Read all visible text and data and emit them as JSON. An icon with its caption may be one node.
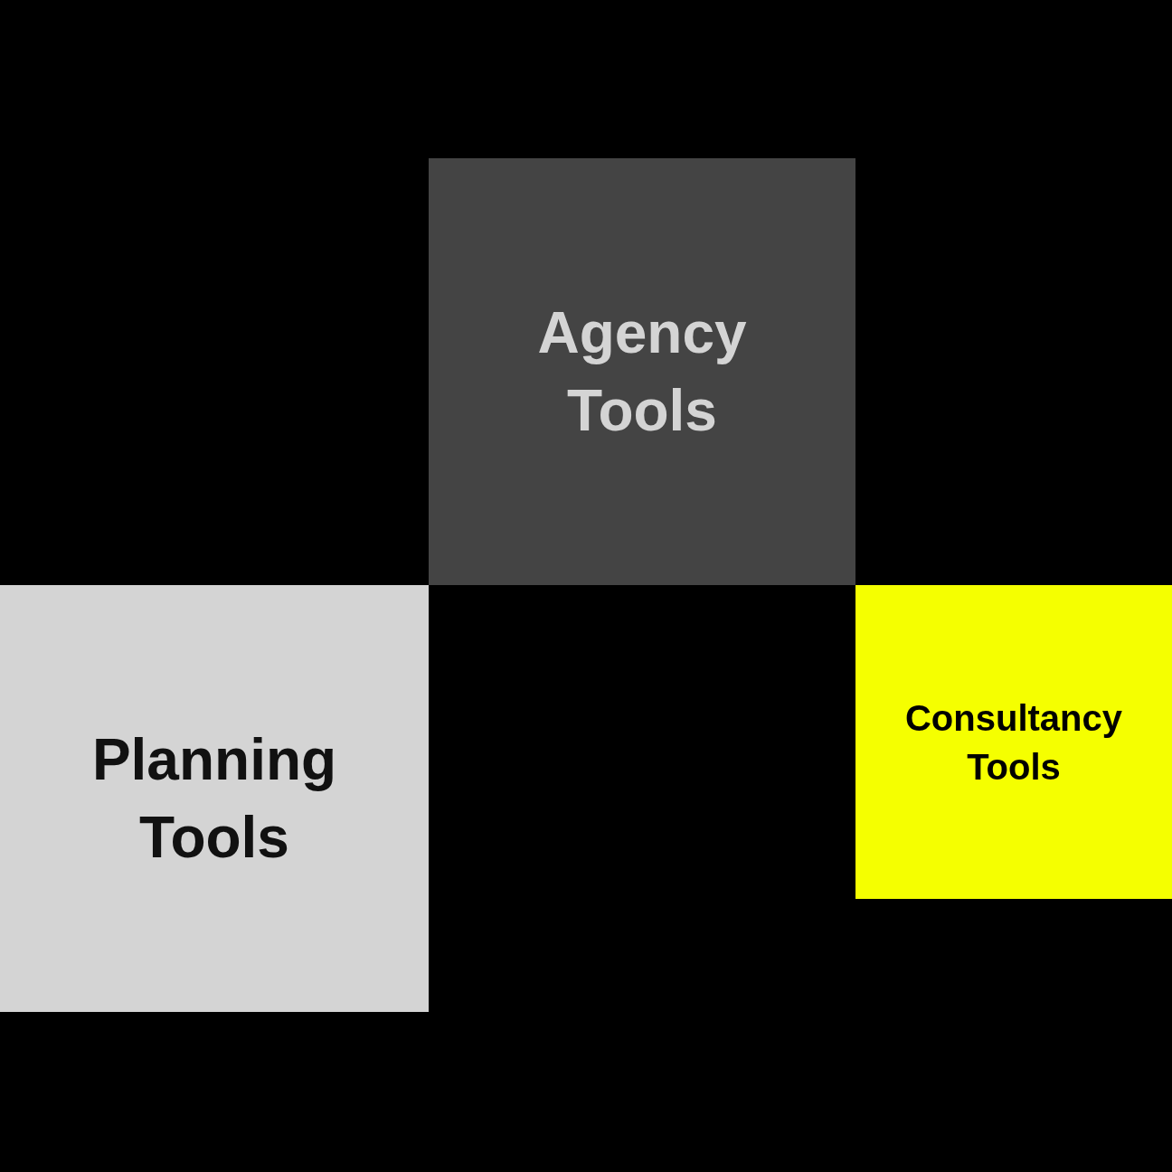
{
  "diagram": {
    "nodes": [
      {
        "text": [
          "Agency Tools"
        ]
      },
      {
        "text": [
          "Planning Tools"
        ]
      },
      {
        "text": [
          "Consultancy Tools"
        ]
      }
    ]
  }
}
